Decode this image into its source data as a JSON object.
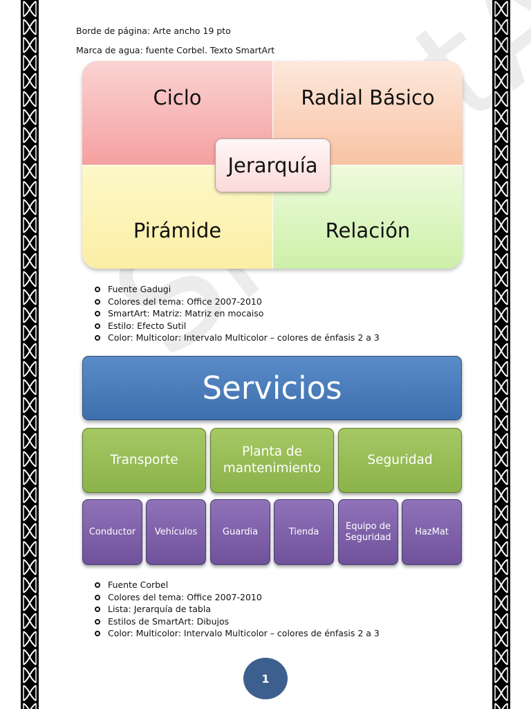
{
  "header": {
    "line1": "Borde de página: Arte ancho 19 pto",
    "line2": "Marca de agua: fuente Corbel. Texto SmartArt"
  },
  "watermark": {
    "text": "SmartArt"
  },
  "matrix": {
    "q1": "Ciclo",
    "q2": "Radial Básico",
    "q3": "Pirámide",
    "q4": "Relación",
    "center": "Jerarquía"
  },
  "bullets1": [
    "Fuente Gadugi",
    "Colores del tema: Office 2007-2010",
    "SmartArt: Matriz: Matriz en mocaiso",
    "Estilo: Efecto Sutil",
    "Color: Multicolor: Intervalo Multicolor – colores de énfasis 2 a 3"
  ],
  "hierarchy": {
    "top": "Servicios",
    "categories": [
      "Transporte",
      "Planta de mantenimiento",
      "Seguridad"
    ],
    "leaves": [
      "Conductor",
      "Vehículos",
      "Guardia",
      "Tienda",
      "Equipo de Seguridad",
      "HazMat"
    ]
  },
  "bullets2": [
    "Fuente Corbel",
    "Colores del tema: Office 2007-2010",
    "Lista: Jerarquía de tabla",
    "Estilos de SmartArt: Dibujos",
    "Color: Multicolor: Intervalo Multicolor – colores de énfasis 2 a 3"
  ],
  "page": {
    "number": "1"
  },
  "colors": {
    "border": "#000000",
    "servicios": "#4f81bd",
    "category": "#9bbb59",
    "leaf": "#8064a2",
    "page_circle": "#3d5f8e"
  }
}
